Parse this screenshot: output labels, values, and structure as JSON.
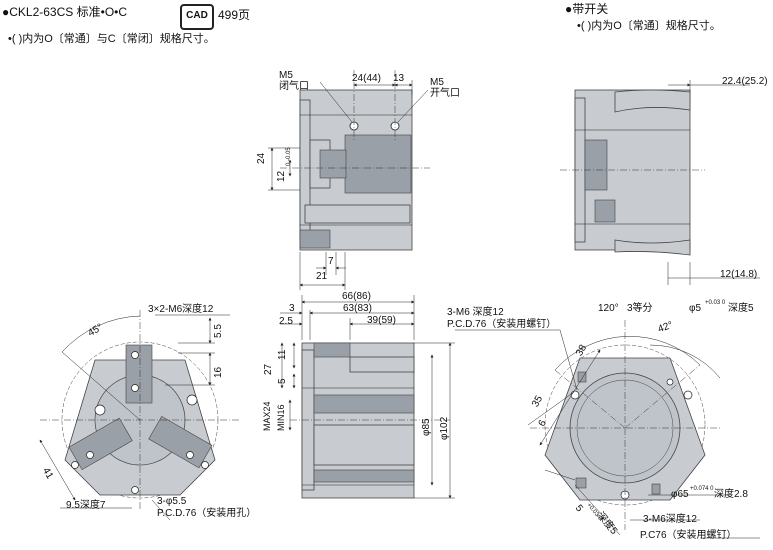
{
  "left_header": {
    "title": "●CKL2-63CS 标准•O•C",
    "cad_label": "CAD",
    "page_ref": "499页",
    "note": "•(  )内为O〔常通〕与C〔常闭〕规格尺寸。"
  },
  "right_header": {
    "title": "●带开关",
    "note": "•(  )内为O〔常通〕规格尺寸。"
  },
  "top_view": {
    "m5_left": "M5",
    "port_close": "闭气口",
    "m5_right": "M5",
    "port_open": "开气口",
    "dim_24_44": "24(44)",
    "dim_13": "13",
    "dim_24": "24",
    "dim_12": "12",
    "tol_12": "0 -0.05",
    "dim_7": "7",
    "dim_21": "21"
  },
  "switch_view": {
    "dim_top": "22.4(25.2)",
    "dim_bottom": "12(14.8)"
  },
  "bottom_left": {
    "holes": "3×2-M6深度12",
    "angle": "45°",
    "dim_55": "5.5",
    "dim_16": "16",
    "dim_41": "41",
    "pin": "9.5深度7",
    "thru": "3-φ5.5",
    "pcd": "P.C.D.76（安装用孔）"
  },
  "bottom_center": {
    "dim_66": "66(86)",
    "dim_63": "63(83)",
    "dim_39": "39(59)",
    "dim_3": "3",
    "dim_25": "2.5",
    "dim_27": "27",
    "dim_11": "11",
    "dim_5": "5",
    "max24": "MAX24",
    "min16": "MIN16",
    "dia85": "φ85",
    "dia102": "φ102"
  },
  "bottom_right": {
    "screw": "3-M6 深度12",
    "pcd_top": "P.C.D.76（安装用螺钉）",
    "angle120": "120°",
    "equal3": "3等分",
    "pin5": "φ5",
    "tol5": "+0.03 0",
    "depth5": "深度5",
    "angle42": "42°",
    "dim_38": "38",
    "dim_35": "35",
    "dim_6": "6",
    "dia65": "φ65",
    "tol65": "+0.074 0",
    "depth28": "深度2.8",
    "key5": "5",
    "key_tol": "+0.03 0",
    "key_depth": "深度5",
    "screw2": "3-M6深度12",
    "pcd2": "P.C76（安装用螺钉）"
  }
}
